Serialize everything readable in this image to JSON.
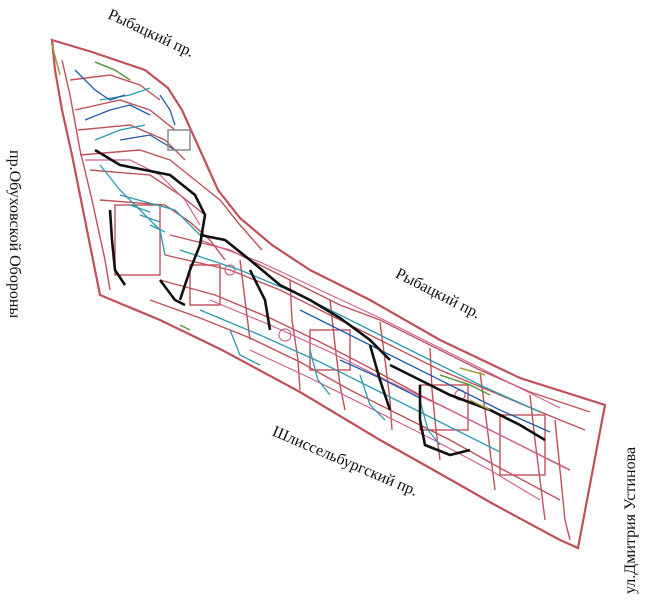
{
  "streets": {
    "rybatsky_top": "Рыбацкий пр.",
    "obukhovskoy": "пр.Обуховской Обороны",
    "rybatsky_right": "Рыбацкий пр.",
    "shlisselburgsky": "Шлиссельбургский пр.",
    "ustinova": "ул.Дмитрия Устинова"
  },
  "network_colors": {
    "boundary": "#c0505a",
    "pipes_main": "#111111",
    "pipes_blue": "#1f5fa8",
    "pipes_cyan": "#2a9bb0",
    "pipes_pink": "#d06090",
    "pipes_green": "#5a9a3a",
    "pipes_olive": "#a89a3a",
    "pipes_gray": "#8a8a8a"
  }
}
